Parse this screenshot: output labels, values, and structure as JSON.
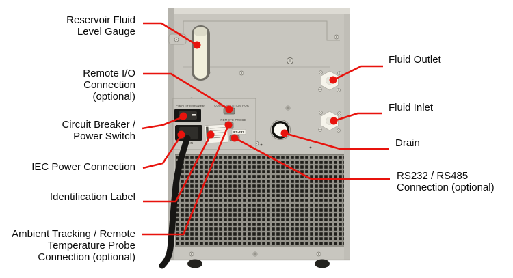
{
  "colors": {
    "accent_red": "#e8130d",
    "cabinet_body": "#c8c6bf",
    "cabinet_top_edge": "#dddbd4",
    "vent_dark": "#201f1b",
    "gauge_window": "#f1efdc",
    "label_text": "#0a0a0a"
  },
  "panel_labels": {
    "circuit_breaker": "CIRCUIT BREAKER",
    "communication_port": "COMMUNICATION PORT",
    "remote_probe": "REMOTE PROBE",
    "rs232_port": "RS-232",
    "ac_in": "AC IN"
  },
  "callouts": {
    "left": [
      {
        "id": "reservoir",
        "text": "Reservoir Fluid\nLevel Gauge"
      },
      {
        "id": "remote-io",
        "text": "Remote I/O\nConnection\n(optional)"
      },
      {
        "id": "circuit-breaker",
        "text": "Circuit Breaker /\nPower Switch"
      },
      {
        "id": "iec-power",
        "text": "IEC Power Connection"
      },
      {
        "id": "identification",
        "text": "Identification Label"
      },
      {
        "id": "ambient-tracking",
        "text": "Ambient Tracking / Remote\nTemperature Probe\nConnection (optional)"
      }
    ],
    "right": [
      {
        "id": "fluid-outlet",
        "text": "Fluid Outlet"
      },
      {
        "id": "fluid-inlet",
        "text": "Fluid Inlet"
      },
      {
        "id": "drain",
        "text": "Drain"
      },
      {
        "id": "rs232-rs485",
        "text": "RS232 / RS485\nConnection (optional)"
      }
    ]
  }
}
